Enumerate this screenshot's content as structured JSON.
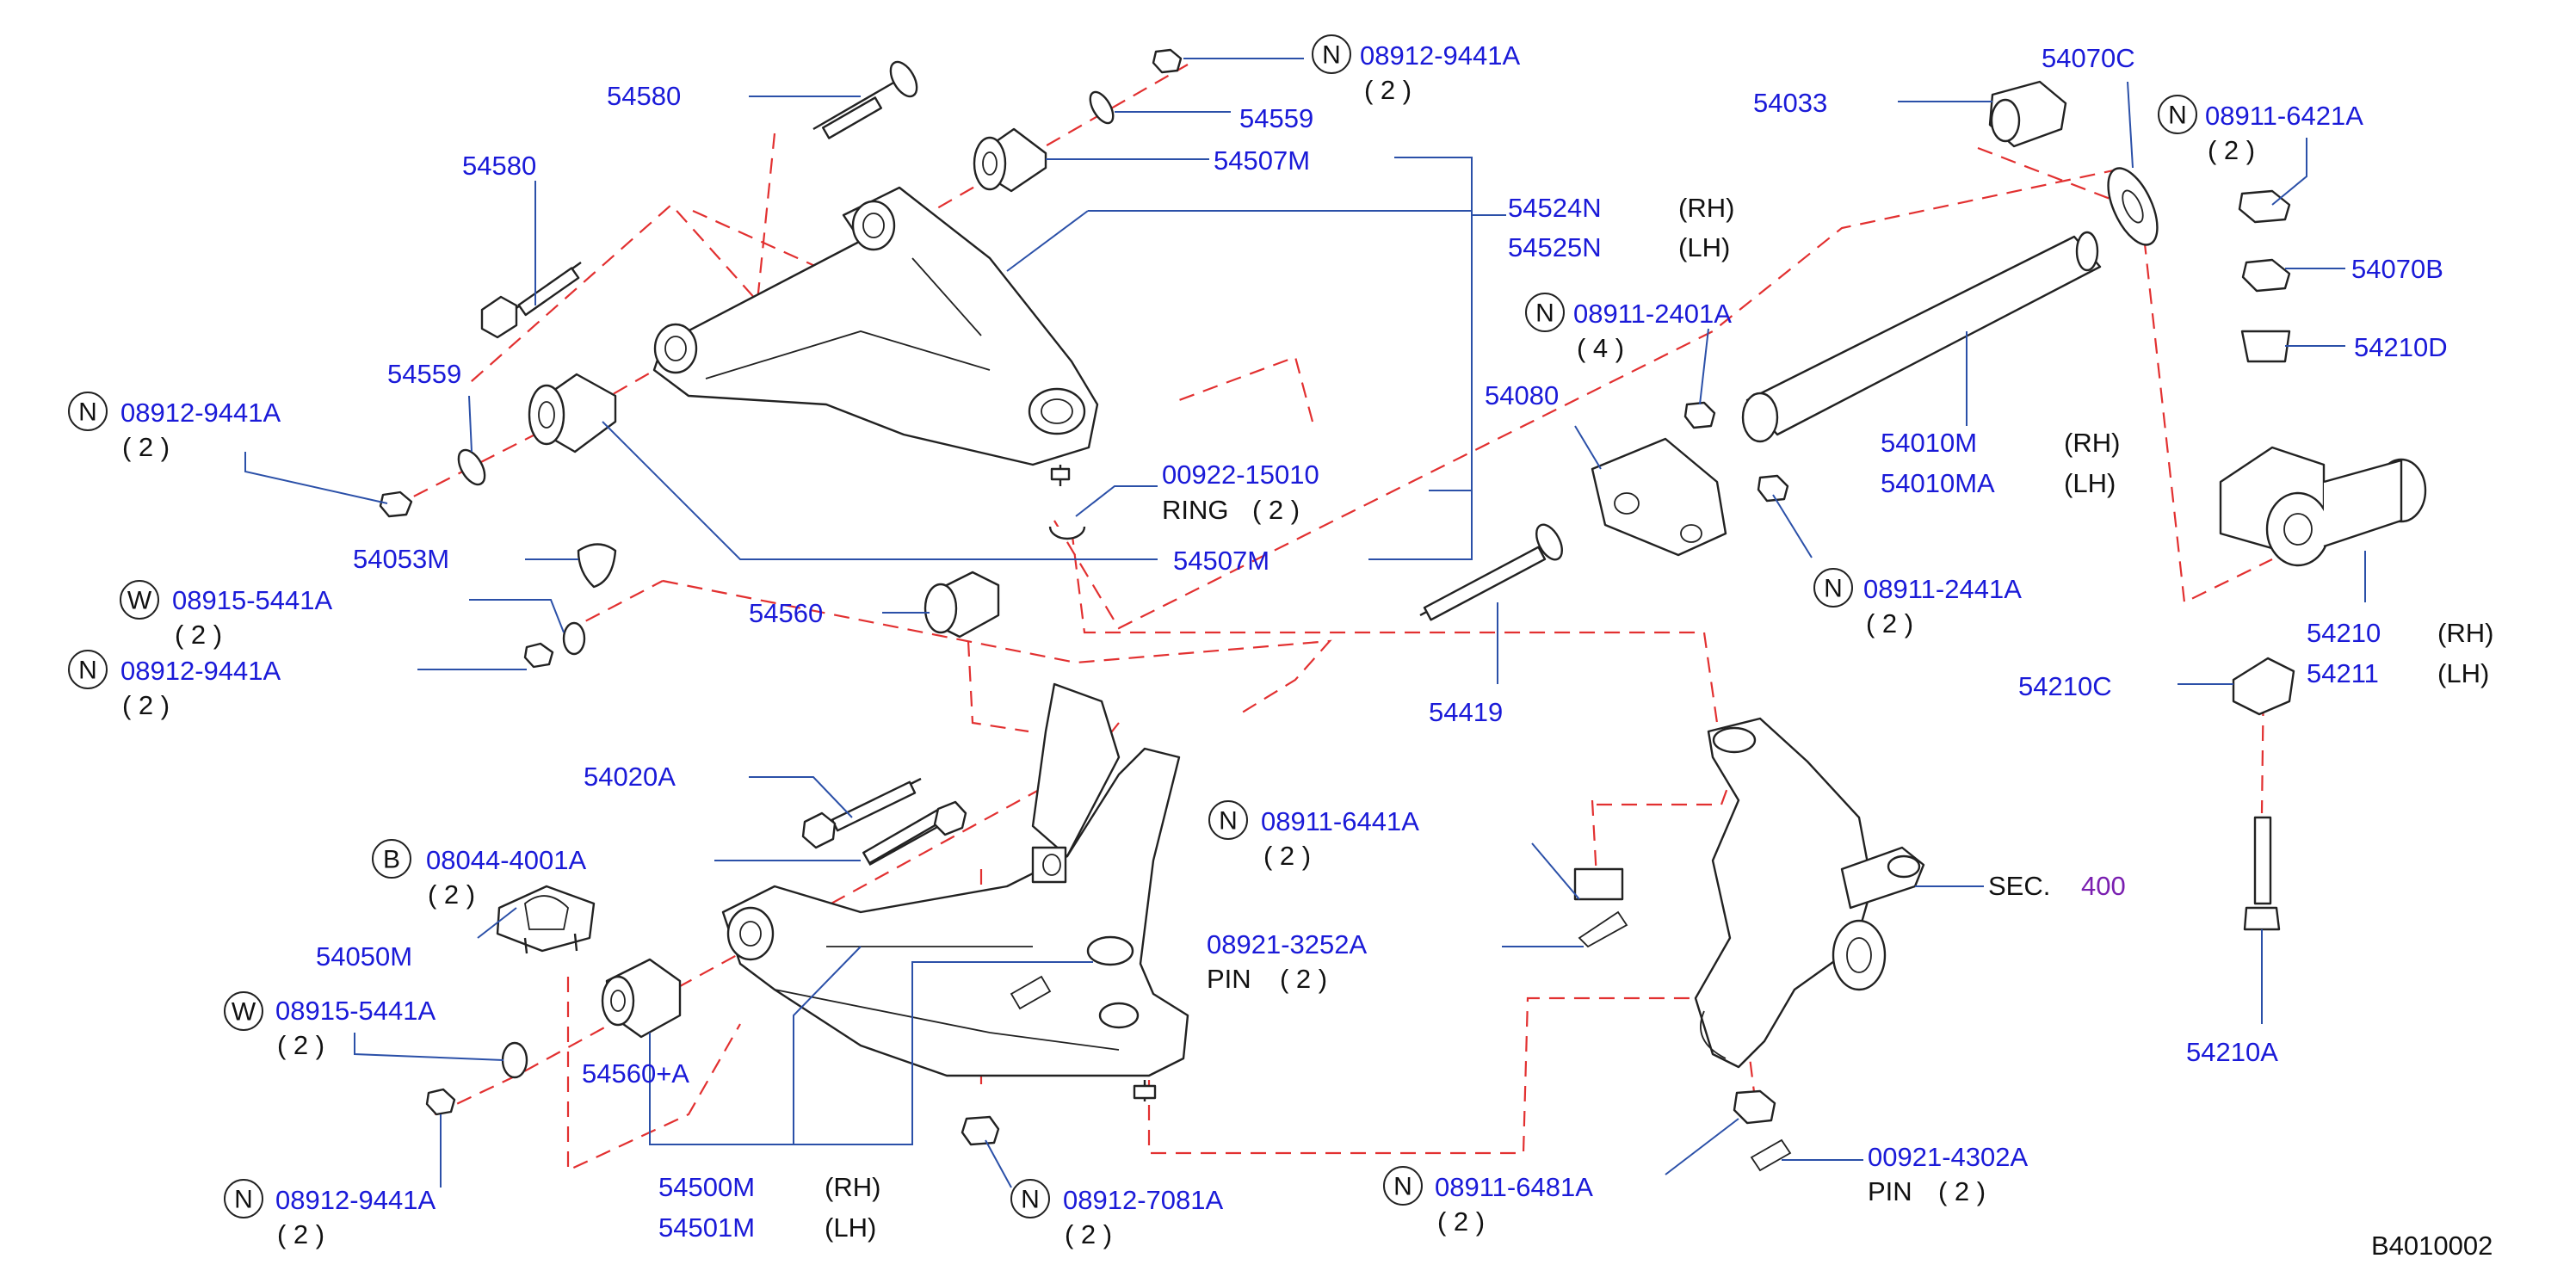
{
  "footer_code": "B4010002",
  "sec_ref": {
    "prefix": "SEC.",
    "number": "400"
  },
  "colors": {
    "part_number": "#1a1ad8",
    "leader": "#2b50a8",
    "dash_line": "#e23030",
    "sec_number": "#7a1fb0"
  },
  "callouts": {
    "c01": {
      "pn": "54580"
    },
    "c02": {
      "sym": "N",
      "pn": "08912-9441A",
      "qty": "( 2 )"
    },
    "c03": {
      "pn": "54559"
    },
    "c04": {
      "pn": "54507M"
    },
    "c05": {
      "pn": "54580"
    },
    "c06": {
      "pn": "54524N",
      "side": "(RH)"
    },
    "c07": {
      "pn": "54525N",
      "side": "(LH)"
    },
    "c08": {
      "pn": "54559"
    },
    "c09": {
      "sym": "N",
      "pn": "08912-9441A",
      "qty": "( 2 )"
    },
    "c10": {
      "pn": "00922-15010",
      "extra": "RING",
      "qty": "( 2 )"
    },
    "c11": {
      "pn": "54053M"
    },
    "c12": {
      "pn": "54507M"
    },
    "c13": {
      "sym": "W",
      "pn": "08915-5441A",
      "qty": "( 2 )"
    },
    "c14": {
      "sym": "N",
      "pn": "08912-9441A",
      "qty": "( 2 )"
    },
    "c15": {
      "pn": "54560"
    },
    "c16": {
      "pn": "54033"
    },
    "c17": {
      "pn": "54070C"
    },
    "c18": {
      "sym": "N",
      "pn": "08911-6421A",
      "qty": "( 2 )"
    },
    "c19": {
      "pn": "54070B"
    },
    "c20": {
      "pn": "54210D"
    },
    "c21": {
      "sym": "N",
      "pn": "08911-2401A",
      "qty": "( 4 )"
    },
    "c22": {
      "pn": "54080"
    },
    "c23": {
      "pn": "54010M",
      "side": "(RH)"
    },
    "c24": {
      "pn": "54010MA",
      "side": "(LH)"
    },
    "c25": {
      "sym": "N",
      "pn": "08911-2441A",
      "qty": "( 2 )"
    },
    "c26": {
      "pn": "54210",
      "side": "(RH)"
    },
    "c27": {
      "pn": "54211",
      "side": "(LH)"
    },
    "c28": {
      "pn": "54210C"
    },
    "c29": {
      "pn": "54419"
    },
    "c30": {
      "pn": "54020A"
    },
    "c31": {
      "sym": "B",
      "pn": "08044-4001A",
      "qty": "( 2 )"
    },
    "c32": {
      "sym": "N",
      "pn": "08911-6441A",
      "qty": "( 2 )"
    },
    "c33": {
      "pn": "54050M"
    },
    "c34": {
      "pn": "08921-3252A",
      "extra": "PIN",
      "qty": "( 2 )"
    },
    "c35": {
      "sym": "W",
      "pn": "08915-5441A",
      "qty": "( 2 )"
    },
    "c36": {
      "pn": "54560+A"
    },
    "c37": {
      "sym": "N",
      "pn": "08912-9441A",
      "qty": "( 2 )"
    },
    "c38": {
      "pn": "54500M",
      "side": "(RH)"
    },
    "c39": {
      "pn": "54501M",
      "side": "(LH)"
    },
    "c40": {
      "sym": "N",
      "pn": "08912-7081A",
      "qty": "( 2 )"
    },
    "c41": {
      "sym": "N",
      "pn": "08911-6481A",
      "qty": "( 2 )"
    },
    "c42": {
      "pn": "00921-4302A",
      "extra": "PIN",
      "qty": "( 2 )"
    },
    "c43": {
      "pn": "54210A"
    }
  }
}
